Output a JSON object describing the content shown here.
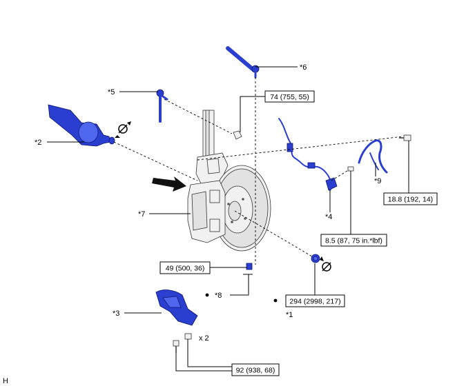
{
  "callouts": {
    "c1": "*1",
    "c2": "*2",
    "c3": "*3",
    "c4": "*4",
    "c5": "*5",
    "c6": "*6",
    "c7": "*7",
    "c8": "*8",
    "c9": "*9"
  },
  "torques": {
    "t74": "74 (755, 55)",
    "t188": "18.8 (192, 14)",
    "t85": "8.5 (87, 75 in.*lbf)",
    "t49": "49 (500, 36)",
    "t294": "294 (2998, 217)",
    "t92": "92 (938, 68)"
  },
  "quantity": "x 2",
  "corner_letter": "H",
  "colors": {
    "part_blue": "#2a3fd0",
    "outline": "#333333"
  }
}
